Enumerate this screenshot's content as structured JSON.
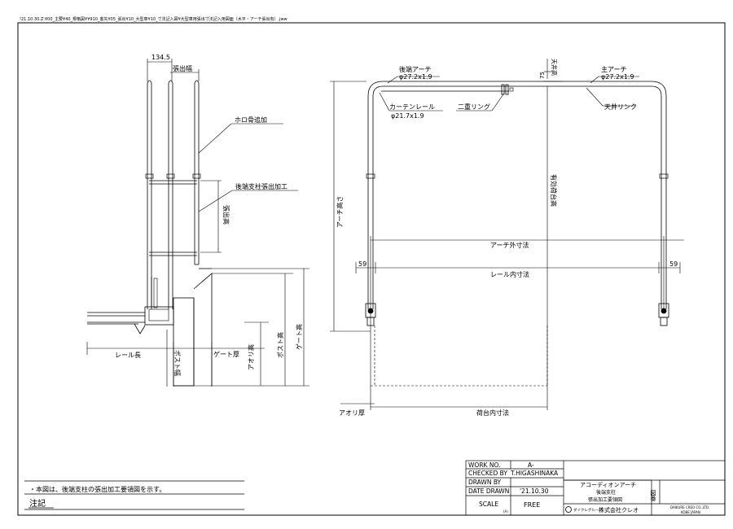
{
  "header": {
    "file_path": "!21.10.30.Z:¥00_主要¥40_規格図¥¥910_客先¥05_張出¥10_大型車¥10_寸法記入図¥大型車用張出寸法記入用図面（水平・アーチ張出有）.jww"
  },
  "left_view": {
    "dim_134_5": "134.5",
    "label_bar_width": "張出幅",
    "label_horo_pipe": "ホロ骨追加",
    "label_rear_post": "後端支柱張出加工",
    "label_bar_height": "張出高",
    "label_rail_length": "レール長",
    "label_post": "ポスト幅",
    "label_gate": "ゲート厚",
    "label_aori": "アオリ高",
    "label_post_h": "ポスト高",
    "label_gate_h": "ゲート高"
  },
  "right_view": {
    "label_rear_arch": "後端アーチ",
    "rear_arch_dim": "φ27.2x1.9",
    "label_main_arch": "主アーチ",
    "main_arch_dim": "φ27.2x1.9",
    "label_curtain": "カーテンレール",
    "curtain_dim": "φ21.7x1.9",
    "label_double_ring": "二重リング",
    "label_ceiling_ring": "天井リンク",
    "dim_75": "75",
    "label_ceiling_height": "天井高",
    "label_arch_height": "アーチ高さ",
    "label_effective": "有効荷台高",
    "label_outer": "アーチ外寸法",
    "label_rail_inner": "レール内寸法",
    "dim_59_left": "59",
    "dim_59_right": "59",
    "label_aori_thick": "アオリ厚",
    "label_bed_inner": "荷台内寸法"
  },
  "notes": {
    "note_text": "・本図は、後端支柱の張出加工要領図を示す。",
    "title": "注記"
  },
  "title_block": {
    "work_no_label": "WORK NO.",
    "work_no_value": "A-",
    "checked_by_label": "CHECKED BY",
    "checked_by_value": "T.HIGASHINAKA",
    "drawn_by_label": "DRAWN BY",
    "drawn_by_value": "",
    "date_label": "DATE DRAWN",
    "date_value": "'21.10.30",
    "scale_label": "SCALE",
    "scale_sub": "(A)",
    "scale_value": "FREE",
    "title_line1": "アコーディオンアーチ",
    "title_line2": "後端支柱",
    "title_line3": "張出加工要領図",
    "drawing_no_label": "図番",
    "company_group": "ダイクレグループ",
    "company_name": "株式会社クレオ",
    "company_en1": "DAIKURE CREO CO.,LTD.",
    "company_en2": "KOBE JAPAN"
  }
}
